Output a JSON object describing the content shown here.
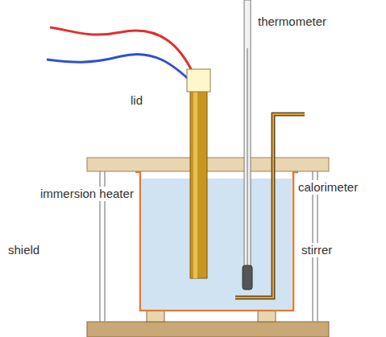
{
  "diagram": {
    "labels": [
      "thermometer",
      "lid",
      "immersion heater",
      "calorimeter",
      "shield",
      "stirrer"
    ]
  }
}
